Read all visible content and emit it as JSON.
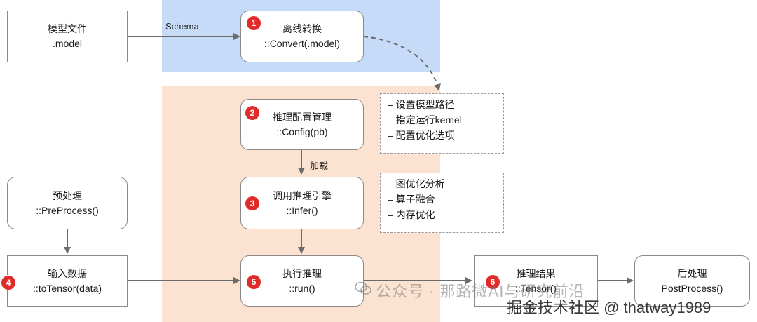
{
  "boxes": {
    "model_file": {
      "line1": "模型文件",
      "line2": ".model"
    },
    "convert": {
      "badge": "1",
      "line1": "离线转换",
      "line2": "::Convert(.model)"
    },
    "config": {
      "badge": "2",
      "line1": "推理配置管理",
      "line2": "::Config(pb)"
    },
    "infer": {
      "badge": "3",
      "line1": "调用推理引擎",
      "line2": "::Infer()"
    },
    "preprocess": {
      "line1": "预处理",
      "line2": "::PreProcess()"
    },
    "input_data": {
      "badge": "4",
      "line1": "输入数据",
      "line2": "::toTensor(data)"
    },
    "run": {
      "badge": "5",
      "line1": "执行推理",
      "line2": "::run()"
    },
    "result": {
      "badge": "6",
      "line1": "推理结果",
      "line2": "::Tensor()"
    },
    "postprocess": {
      "line1": "后处理",
      "line2": "PostProcess()"
    }
  },
  "edge_labels": {
    "schema": "Schema",
    "load": "加载"
  },
  "notes": {
    "config_options": [
      "– 设置模型路径",
      "– 指定运行kernel",
      "– 配置优化选项"
    ],
    "engine_features": [
      "– 图优化分析",
      "– 算子融合",
      "– 内存优化"
    ]
  },
  "watermarks": {
    "wechat": "公众号 · 那路微AI与研究前沿",
    "juejin": "掘金技术社区 @ thatway1989"
  },
  "colors": {
    "blue_region": "#c5dbf7",
    "orange_region": "#fbe2d1",
    "badge": "#e12b2b",
    "line": "#6b6b6b"
  }
}
